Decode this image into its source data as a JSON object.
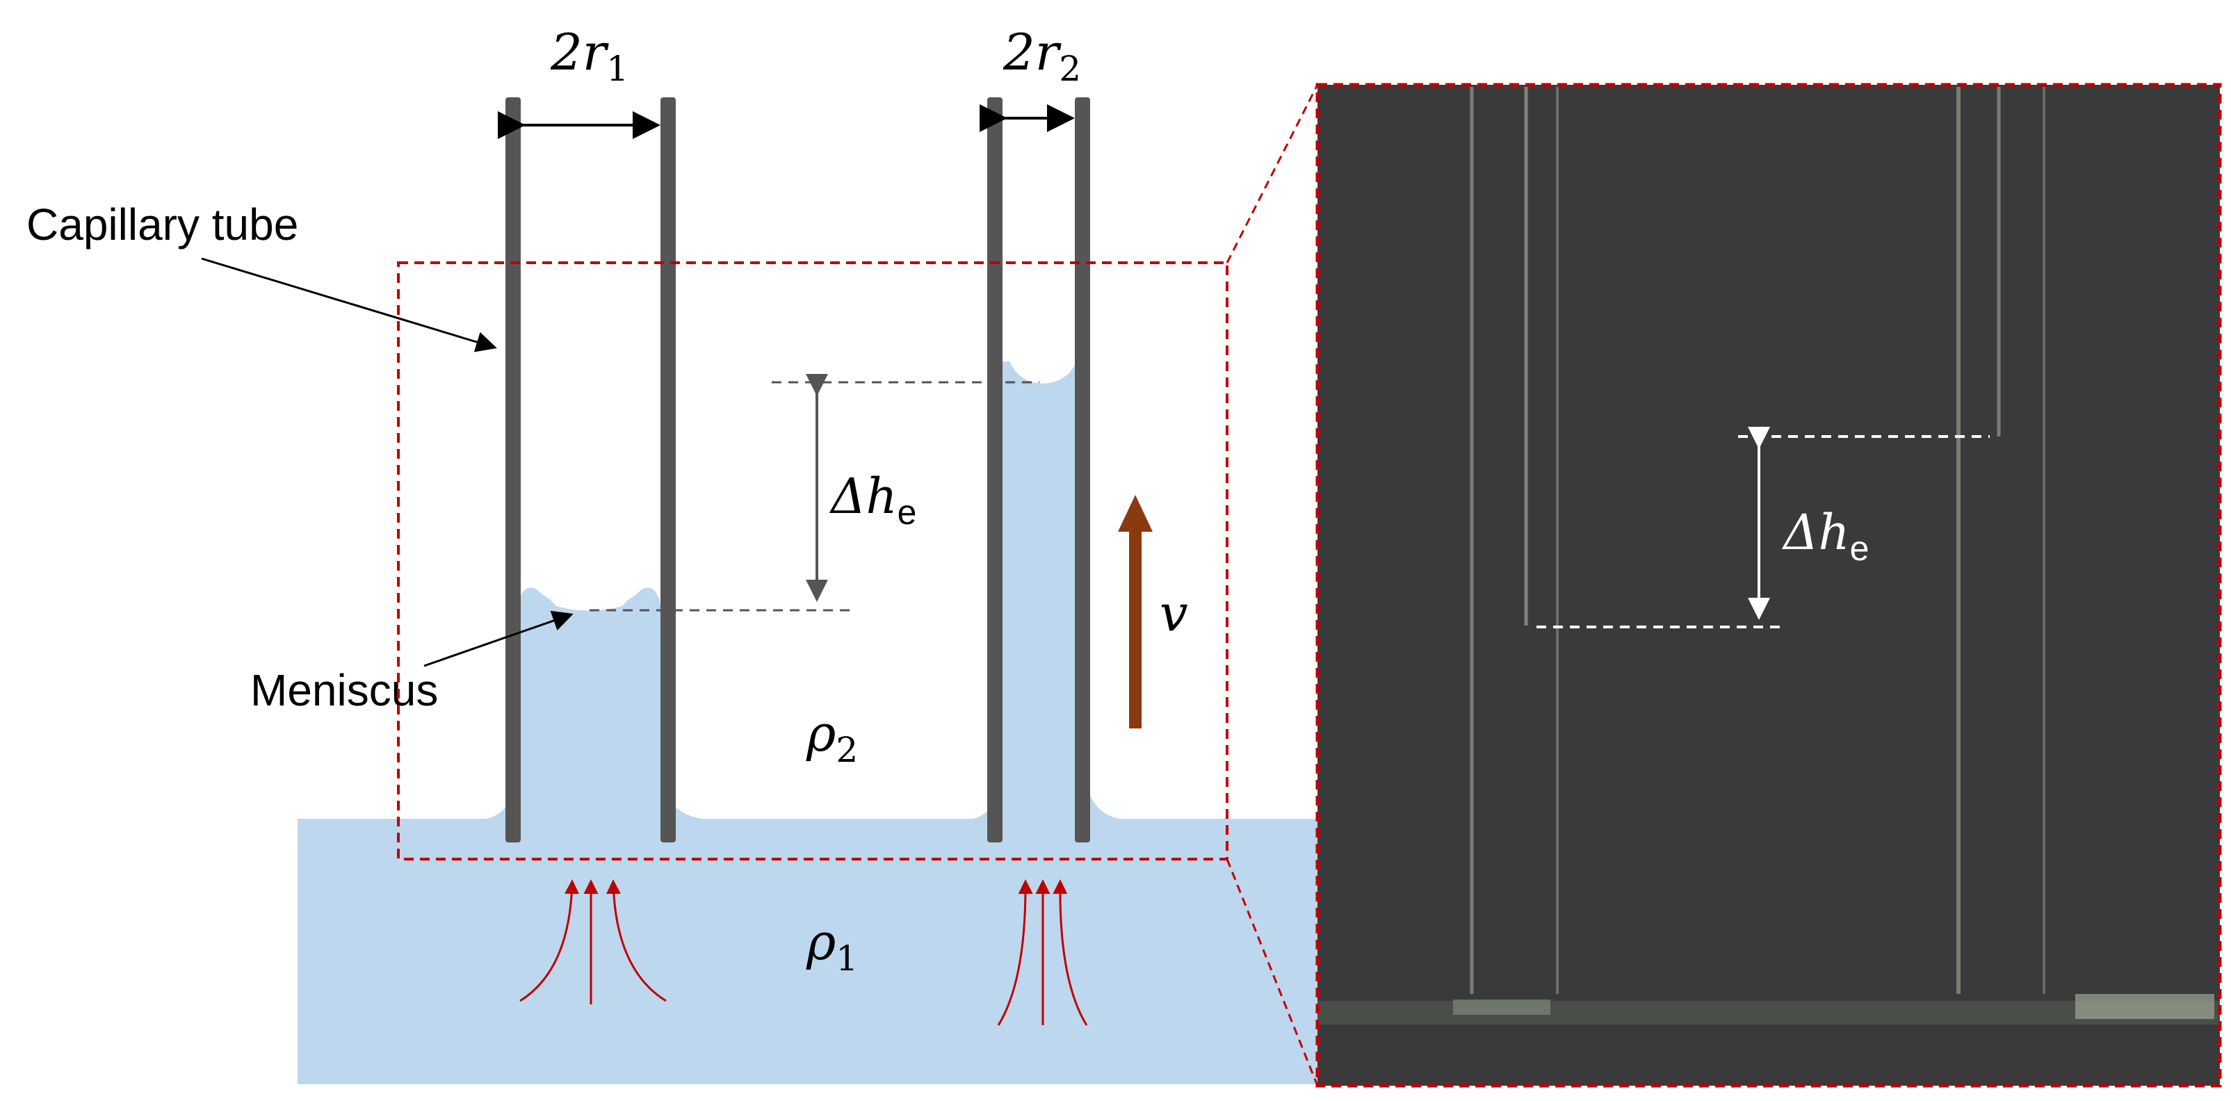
{
  "labels": {
    "two_r1": {
      "main": "2r",
      "sub": "1"
    },
    "two_r2": {
      "main": "2r",
      "sub": "2"
    },
    "capillary_tube": "Capillary tube",
    "meniscus": "Meniscus",
    "rho2": {
      "main": "ρ",
      "sub": "2"
    },
    "rho1": {
      "main": "ρ",
      "sub": "1"
    },
    "delta_h_left": {
      "main": "Δh",
      "sub": "e"
    },
    "velocity": "v",
    "delta_h_photo": {
      "main": "Δh",
      "sub": "e"
    }
  },
  "colors": {
    "liquid": "#bdd7ee",
    "tube_wall": "#555555",
    "inset_frame": "#c00000",
    "flow_arrows": "#c00000",
    "velocity_arrow": "#8b3a0f",
    "photo_background": "#3a3a3a"
  }
}
